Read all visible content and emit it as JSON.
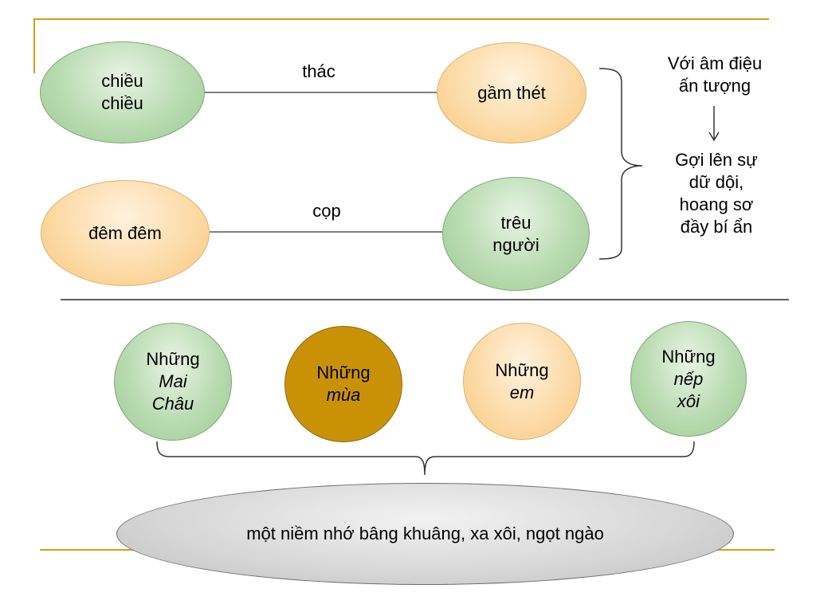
{
  "top": {
    "row1": {
      "left": [
        "chiều",
        "chiều"
      ],
      "connector": "thác",
      "right": "gầm thét"
    },
    "row2": {
      "left": "đêm đêm",
      "connector": "cọp",
      "right": [
        "trêu",
        "người"
      ]
    },
    "note": {
      "line1": [
        "Với âm điệu",
        "ấn tượng"
      ],
      "line2": [
        "Gợi lên sự",
        "dữ dội,",
        "hoang sơ",
        "đầy bí ẩn"
      ]
    }
  },
  "bottom": {
    "circles": [
      {
        "lead": "Những",
        "rest": [
          "Mai",
          "Châu"
        ]
      },
      {
        "lead": "Những",
        "rest": [
          "mùa"
        ]
      },
      {
        "lead": "Những",
        "rest": [
          "em"
        ]
      },
      {
        "lead": "Những",
        "rest": [
          "nếp",
          "xôi"
        ]
      }
    ],
    "summary": "một niềm nhớ bâng khuâng, xa xôi, ngọt ngào"
  },
  "colors": {
    "accent": "#d4a017",
    "green": "#b9dbb1",
    "orange": "#fcd9a3",
    "gold": "#c99206",
    "grey": "#d6d6d6"
  }
}
